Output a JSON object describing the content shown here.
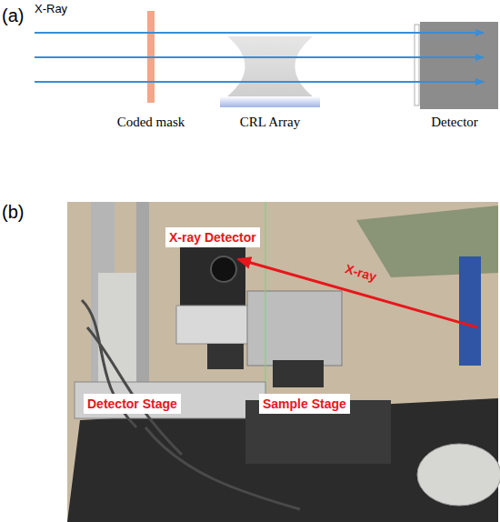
{
  "diagram": {
    "nodes": [
      {
        "text": [
          "X-ray Detector"
        ]
      },
      {
        "text": [
          "Detector Stage"
        ]
      },
      {
        "text": [
          "Sample Stage"
        ]
      }
    ],
    "labels": [
      "(a)",
      "X-Ray",
      "Coded mask",
      "CRL Array",
      "Detector",
      "(b)",
      "X-ray"
    ]
  }
}
